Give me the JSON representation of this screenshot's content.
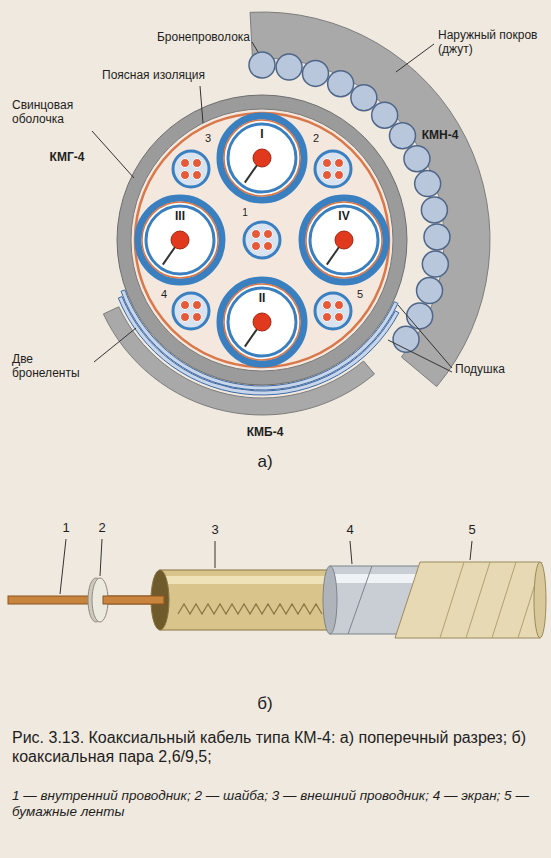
{
  "diagram": {
    "caption": "Рис. 3.13. Коаксиальный кабель типа КМ-4: а) поперечный разрез; б) коаксиальная пара 2,6/9,5;",
    "labels": [
      "Бронепроволока",
      "Наружный покров (джут)",
      "Поясная изоляция",
      "Свинцовая оболочка",
      "КМГ-4",
      "КМН-4",
      "3",
      "I",
      "2",
      "1",
      "III",
      "IV",
      "4",
      "II",
      "5",
      "Подушка",
      "Две бронеленты",
      "КМБ-4",
      "а)",
      "1",
      "2",
      "3",
      "4",
      "5",
      "б)",
      "1 — внутренний проводник; 2 — шайба; 3 — внешний проводник; 4 — экран; 5 — бумажные ленты"
    ]
  }
}
